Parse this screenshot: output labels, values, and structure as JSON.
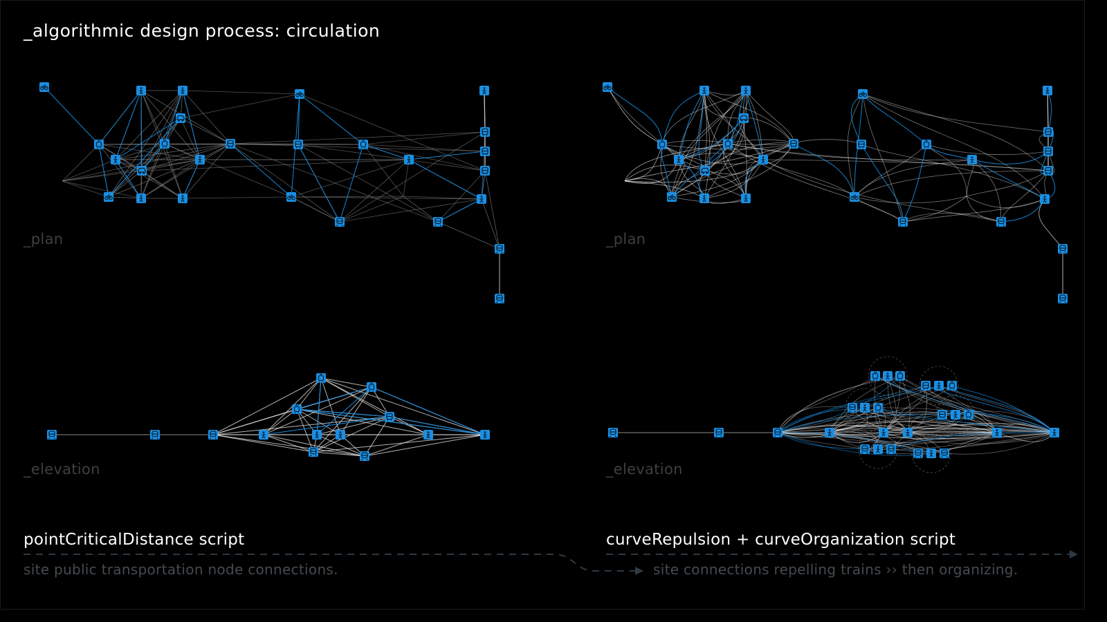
{
  "title": "_algorithmic design process:  circulation",
  "panels": {
    "left_plan_label": "_plan",
    "right_plan_label": "_plan",
    "left_elevation_label": "_elevation",
    "right_elevation_label": "_elevation"
  },
  "scripts": {
    "left_title": "pointCriticalDistance script",
    "left_desc": "site public transportation node connections.",
    "right_title": "curveRepulsion + curveOrganization script",
    "right_desc": "site connections repelling trains ›› then organizing."
  },
  "colors": {
    "accent": "#1a8fe3",
    "edge_gray": "#8a8a8a",
    "edge_white": "#f0f0f0",
    "dashed_arrow": "#2d3a44"
  },
  "icons": [
    "pedestrian-icon",
    "bus-icon",
    "tram-icon",
    "bike-icon",
    "car-icon",
    "train-icon"
  ]
}
